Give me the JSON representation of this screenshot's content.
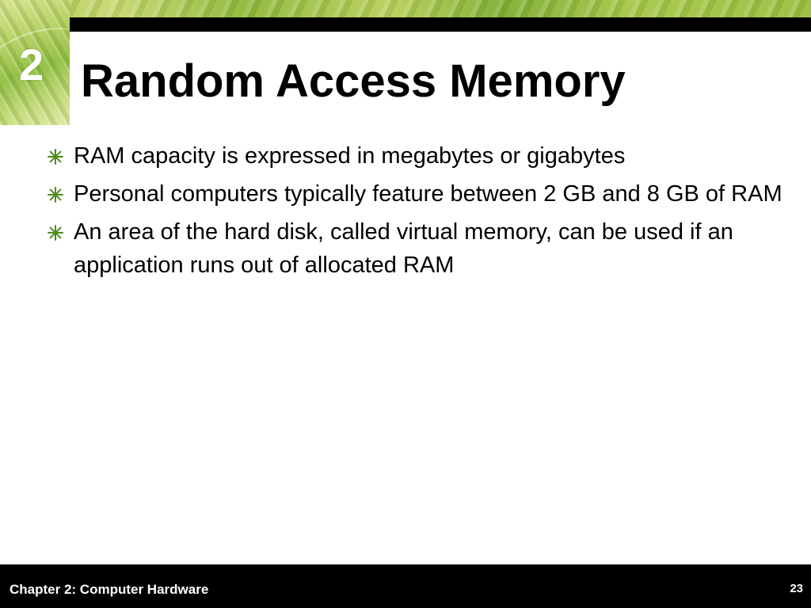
{
  "header": {
    "chapter_number": "2",
    "title": "Random Access Memory"
  },
  "bullets": [
    {
      "text": "RAM capacity is expressed in megabytes or gigabytes",
      "icon": "asterisk-bullet-icon"
    },
    {
      "text": "Personal computers typically feature between 2 GB and 8 GB of RAM",
      "icon": "asterisk-bullet-icon"
    },
    {
      "text": "An area of the hard disk, called virtual memory, can be used if an application runs out of allocated RAM",
      "icon": "asterisk-bullet-icon"
    }
  ],
  "footer": {
    "chapter_label": "Chapter 2: Computer Hardware",
    "page_number": "23"
  },
  "colors": {
    "bullet_accent": "#4f8a1f",
    "banner_green": "#9bbd40",
    "footer_bg": "#000000"
  }
}
